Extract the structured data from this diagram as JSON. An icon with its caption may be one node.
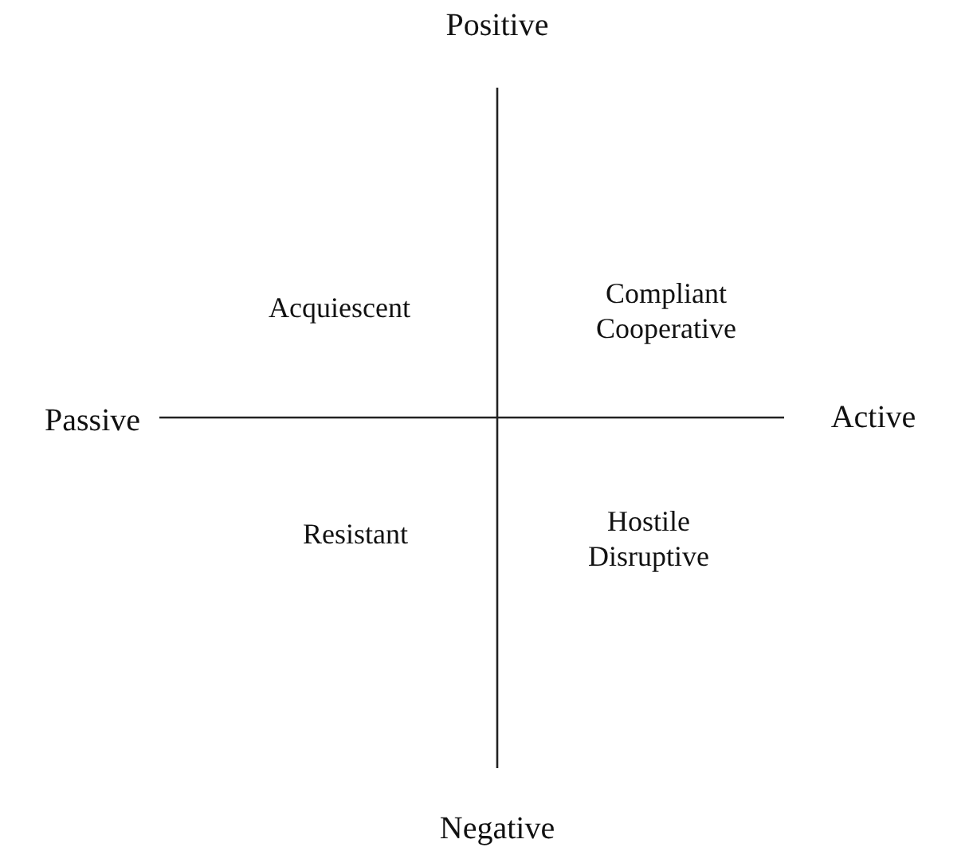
{
  "diagram": {
    "labels": [
      "Positive",
      "Acquiescent",
      "Compliant Cooperative",
      "Passive",
      "Active",
      "Resistant",
      "Hostile Disruptive",
      "Negative"
    ]
  }
}
